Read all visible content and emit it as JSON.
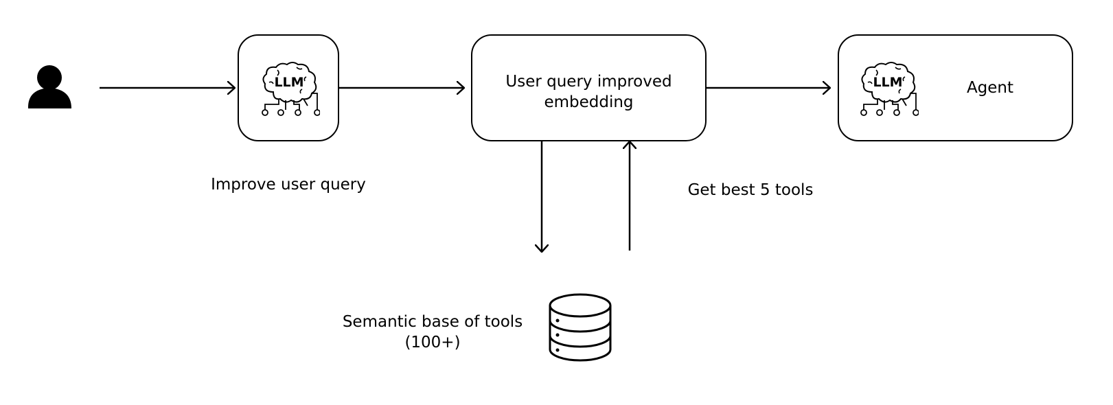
{
  "nodes": {
    "user": {
      "icon": "user-icon"
    },
    "llm_improver": {
      "icon": "llm-brain-icon",
      "icon_text": "LLM"
    },
    "embedding": {
      "line1": "User query improved",
      "line2": "embedding"
    },
    "agent": {
      "icon": "llm-brain-icon",
      "icon_text": "LLM",
      "label": "Agent"
    },
    "database": {
      "icon": "database-icon"
    }
  },
  "labels": {
    "improve_query": "Improve user query",
    "best_tools": "Get best 5 tools",
    "semantic_base_line1": "Semantic base of tools",
    "semantic_base_line2": "(100+)"
  }
}
